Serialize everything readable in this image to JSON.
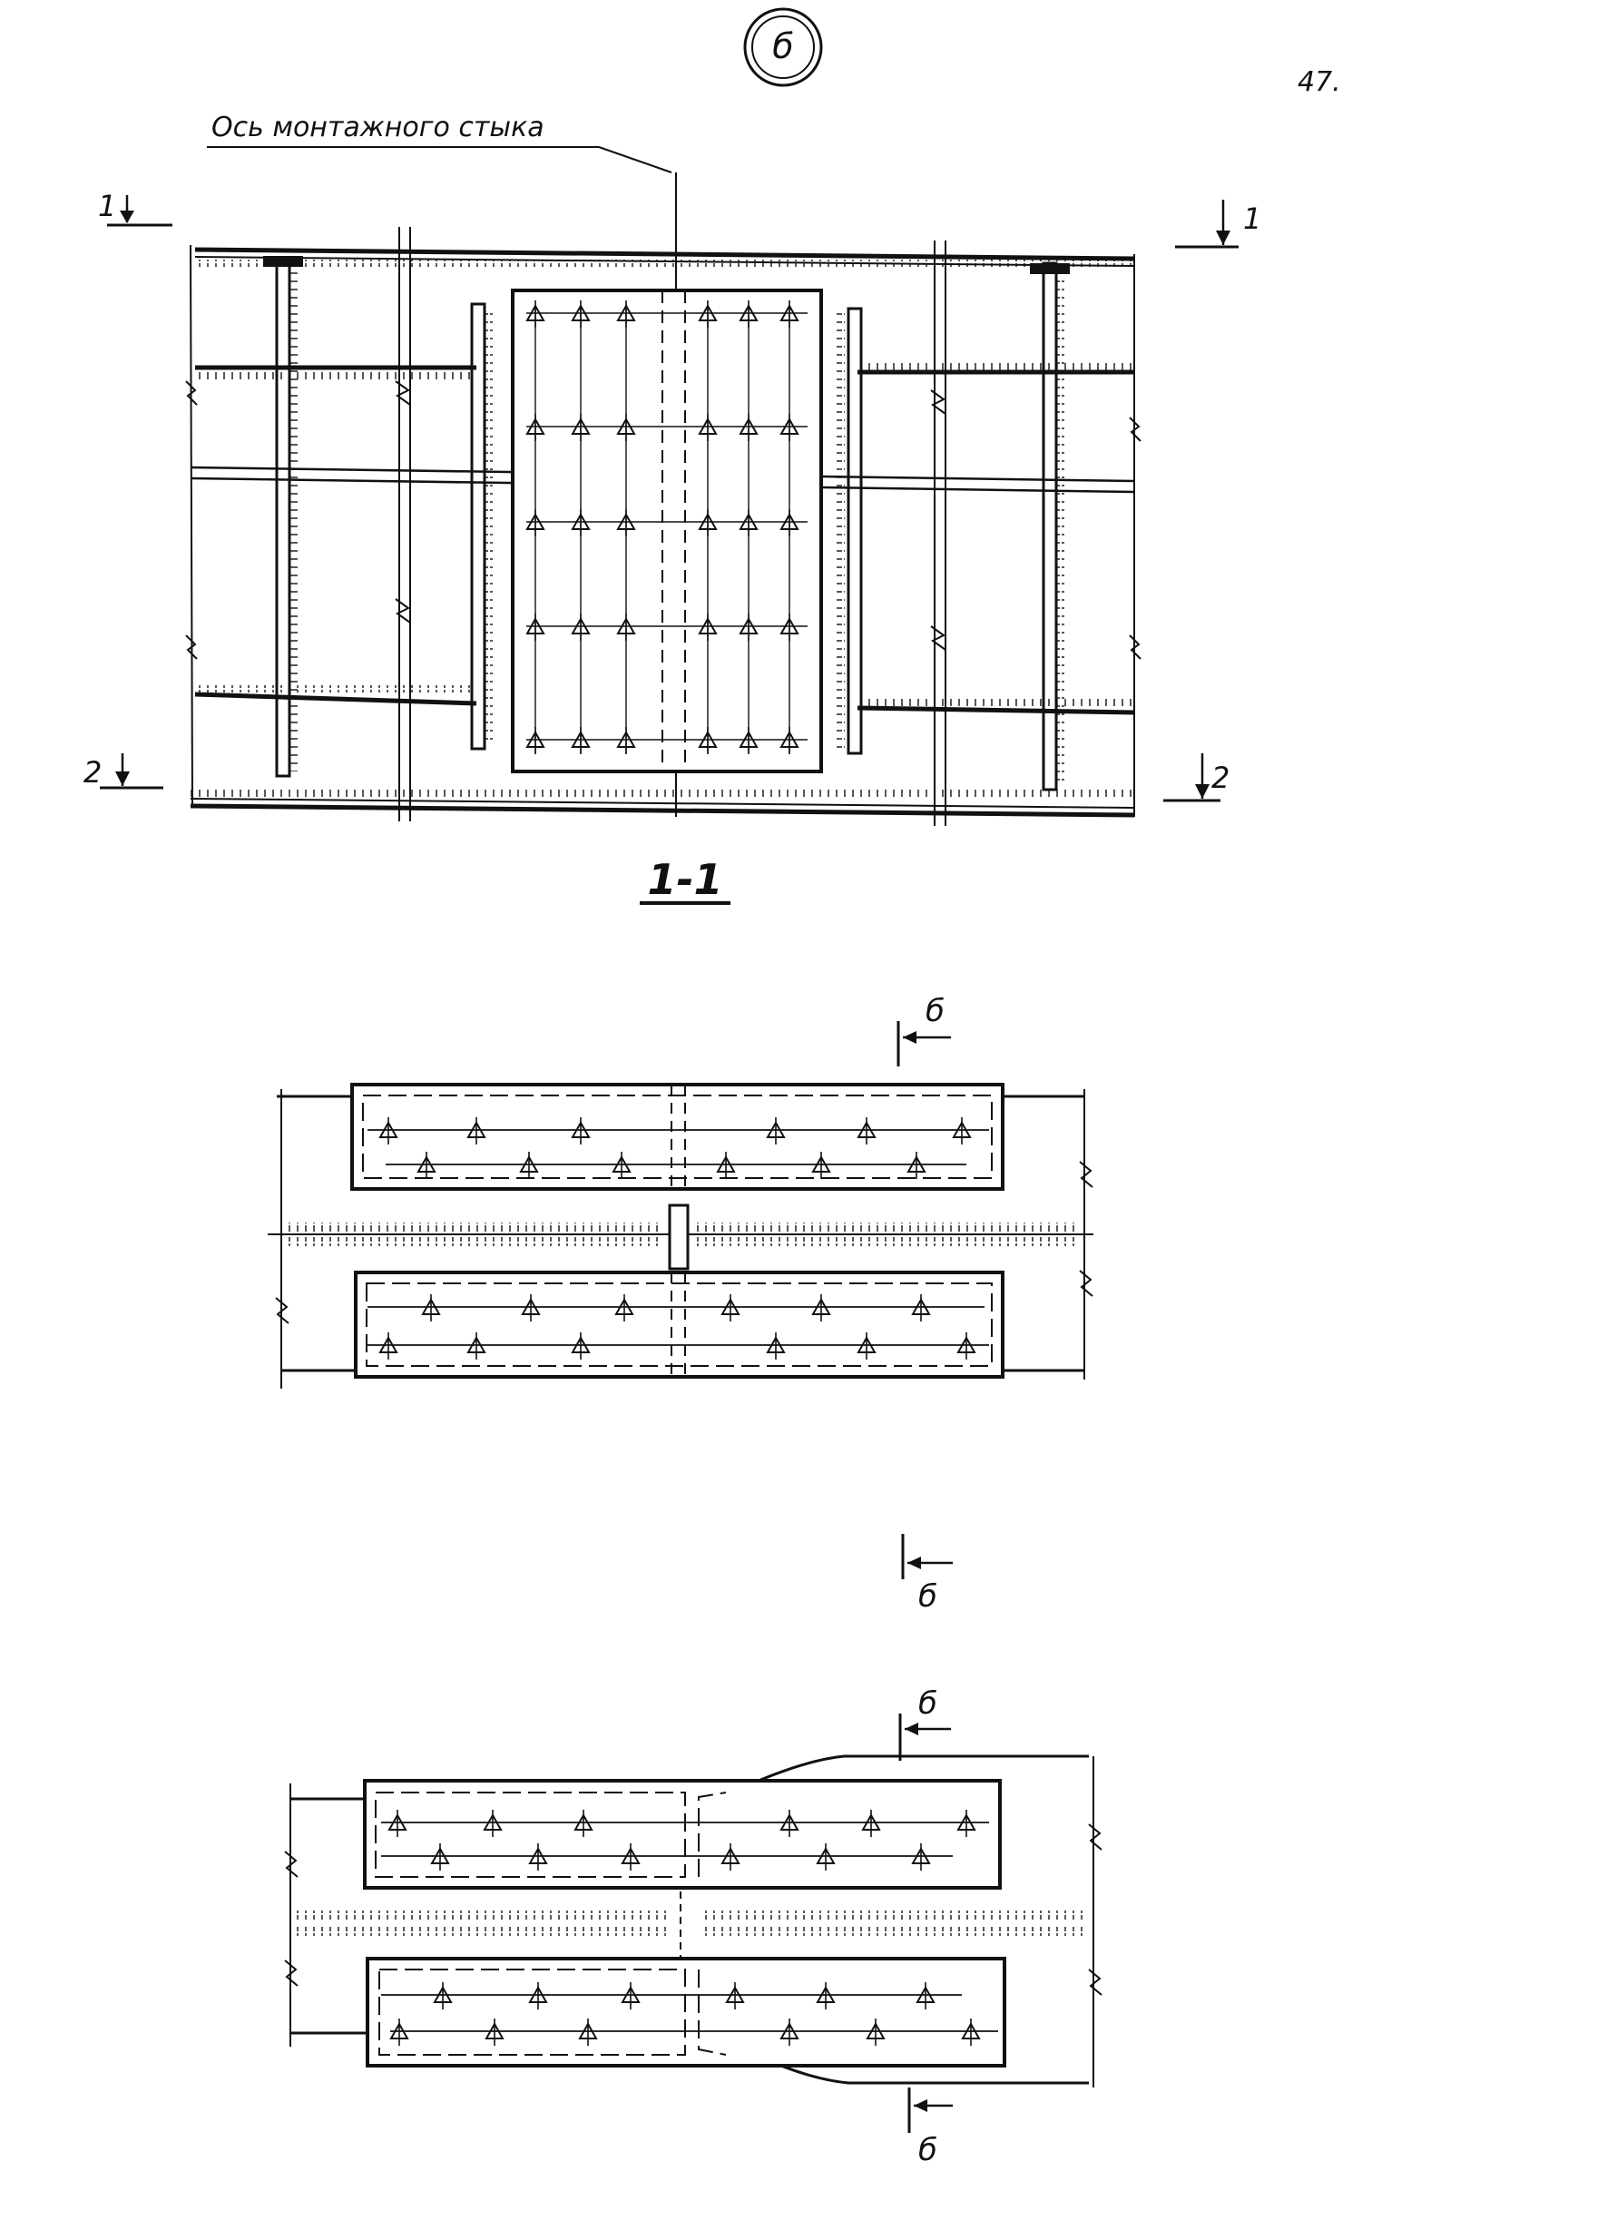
{
  "sheet": {
    "number": "47.",
    "circle_label": "б"
  },
  "view_plan": {
    "axis_caption": "Ось монтажного стыка",
    "cut_1_left": "1",
    "cut_1_right": "1",
    "cut_2_left": "2",
    "cut_2_right": "2",
    "section_title": "1-1"
  },
  "view_section_1": {
    "mark_top": "б",
    "mark_bottom": "б"
  },
  "view_section_2": {
    "mark_top": "б",
    "mark_bottom": "б"
  },
  "colors": {
    "ink": "#111111",
    "paper": "#ffffff"
  },
  "icons": {
    "cut_arrow": "section-cut-arrow-icon",
    "bolt": "bolt-triangle-icon",
    "weld": "weld-hatch-icon"
  }
}
